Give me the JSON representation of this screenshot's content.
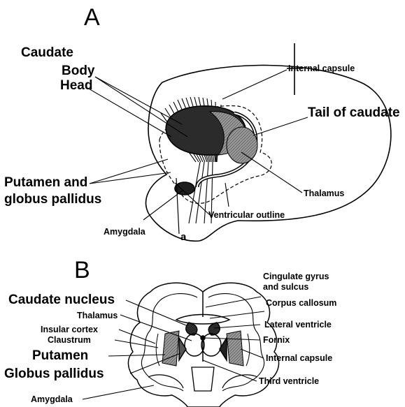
{
  "panel_a": {
    "letter": "A",
    "labels": {
      "caudate": "Caudate",
      "body": "Body",
      "head": "Head",
      "internal_capsule": "Internal capsule",
      "tail_of_caudate": "Tail of caudate",
      "putamen_line1": "Putamen and",
      "putamen_line2": "globus pallidus",
      "thalamus": "Thalamus",
      "ventricular_outline": "Ventricular outline",
      "amygdala": "Amygdala",
      "cut_marker": "a"
    }
  },
  "panel_b": {
    "letter": "B",
    "labels": {
      "cingulate_line1": "Cingulate gyrus",
      "cingulate_line2": "and sulcus",
      "caudate_nucleus": "Caudate nucleus",
      "corpus_callosum": "Corpus callosum",
      "thalamus": "Thalamus",
      "lateral_ventricle": "Lateral ventricle",
      "insular_cortex": "Insular cortex",
      "claustrum": "Claustrum",
      "fornix": "Fornix",
      "putamen": "Putamen",
      "internal_capsule": "Internal capsule",
      "globus_pallidus": "Globus pallidus",
      "third_ventricle": "Third ventricle",
      "amygdala": "Amygdala"
    }
  }
}
